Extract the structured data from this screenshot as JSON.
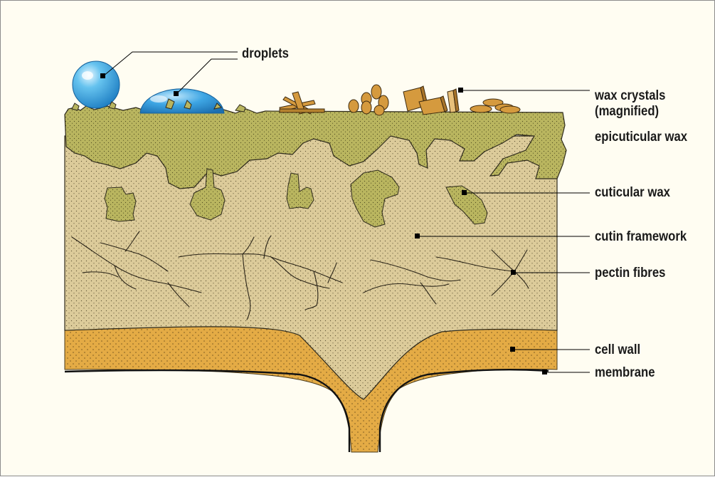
{
  "labels": {
    "droplets": "droplets",
    "wax_crystals": "wax crystals",
    "magnified": "(magnified)",
    "epicuticular_wax": "epicuticular wax",
    "cuticular_wax": "cuticular wax",
    "cutin_framework": "cutin framework",
    "pectin_fibres": "pectin fibres",
    "cell_wall": "cell wall",
    "membrane": "membrane"
  },
  "colors": {
    "background": "#fffdf2",
    "cutin": "#dccb9a",
    "epicuticular_wax": "#b9b55f",
    "cell_wall": "#e4ab45",
    "droplet": "#2fa2e2",
    "crystal": "#d59a3e",
    "leader_line": "#000000"
  }
}
